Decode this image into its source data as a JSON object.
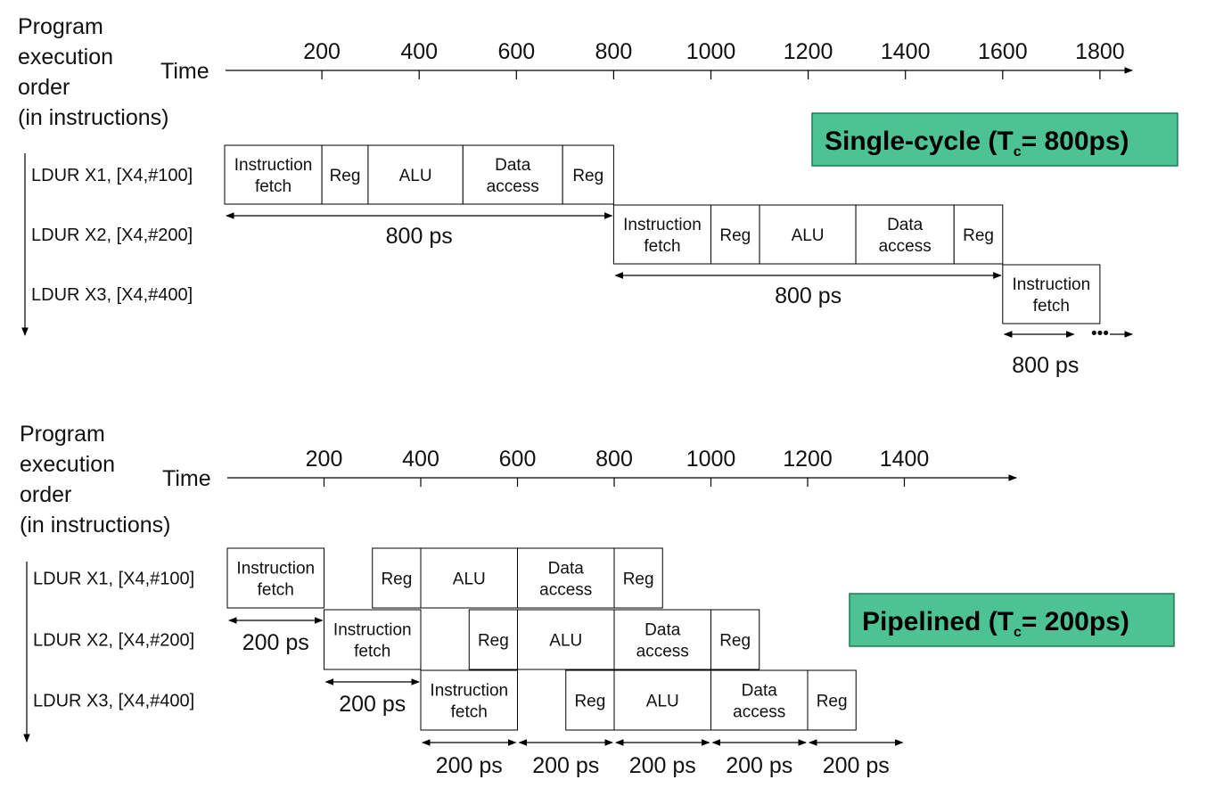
{
  "common": {
    "side_label_lines": [
      "Program",
      "execution",
      "order",
      "(in instructions)"
    ],
    "time_label": "Time",
    "ellipsis": "•••"
  },
  "stage_names": {
    "IF": [
      "Instruction",
      "fetch"
    ],
    "REG": [
      "Reg"
    ],
    "ALU": [
      "ALU"
    ],
    "MEM": [
      "Data",
      "access"
    ]
  },
  "single_cycle": {
    "badge": {
      "prefix": "Single-cycle (T",
      "sub": "c",
      "suffix": "= 800ps)"
    },
    "ticks": [
      "200",
      "400",
      "600",
      "800",
      "1000",
      "1200",
      "1400",
      "1600",
      "1800"
    ],
    "instructions": [
      {
        "label": "LDUR X1, [X4,#100]",
        "stages": [
          {
            "stage": "IF",
            "start": 0,
            "end": 200
          },
          {
            "stage": "REG",
            "start": 200,
            "end": 295
          },
          {
            "stage": "ALU",
            "start": 295,
            "end": 490
          },
          {
            "stage": "MEM",
            "start": 490,
            "end": 695
          },
          {
            "stage": "REG",
            "start": 695,
            "end": 800
          }
        ]
      },
      {
        "label": "LDUR X2, [X4,#200]",
        "stages": [
          {
            "stage": "IF",
            "start": 800,
            "end": 1000
          },
          {
            "stage": "REG",
            "start": 1000,
            "end": 1100
          },
          {
            "stage": "ALU",
            "start": 1100,
            "end": 1298
          },
          {
            "stage": "MEM",
            "start": 1298,
            "end": 1500
          },
          {
            "stage": "REG",
            "start": 1500,
            "end": 1600
          }
        ]
      },
      {
        "label": "LDUR X3, [X4,#400]",
        "stages": [
          {
            "stage": "IF",
            "start": 1600,
            "end": 1800
          }
        ]
      }
    ],
    "durations": [
      {
        "label": "800 ps",
        "start": 0,
        "end": 800,
        "row": 0
      },
      {
        "label": "800 ps",
        "start": 800,
        "end": 1600,
        "row": 1
      },
      {
        "label": "800 ps",
        "start": 1600,
        "end": 1750,
        "row": 2
      }
    ]
  },
  "pipelined": {
    "badge": {
      "prefix": "Pipelined (T",
      "sub": "c",
      "suffix": "= 200ps)"
    },
    "ticks": [
      "200",
      "400",
      "600",
      "800",
      "1000",
      "1200",
      "1400"
    ],
    "instructions": [
      {
        "label": "LDUR X1, [X4,#100]",
        "stages": [
          {
            "stage": "IF",
            "start": 0,
            "end": 200
          },
          {
            "stage": "REG",
            "start": 300,
            "end": 400
          },
          {
            "stage": "ALU",
            "start": 400,
            "end": 600
          },
          {
            "stage": "MEM",
            "start": 600,
            "end": 800
          },
          {
            "stage": "REG",
            "start": 800,
            "end": 900
          }
        ]
      },
      {
        "label": "LDUR X2, [X4,#200]",
        "stages": [
          {
            "stage": "IF",
            "start": 200,
            "end": 400
          },
          {
            "stage": "REG",
            "start": 500,
            "end": 600
          },
          {
            "stage": "ALU",
            "start": 600,
            "end": 800
          },
          {
            "stage": "MEM",
            "start": 800,
            "end": 1000
          },
          {
            "stage": "REG",
            "start": 1000,
            "end": 1100
          }
        ]
      },
      {
        "label": "LDUR X3, [X4,#400]",
        "stages": [
          {
            "stage": "IF",
            "start": 400,
            "end": 600
          },
          {
            "stage": "REG",
            "start": 700,
            "end": 800
          },
          {
            "stage": "ALU",
            "start": 800,
            "end": 1000
          },
          {
            "stage": "MEM",
            "start": 1000,
            "end": 1200
          },
          {
            "stage": "REG",
            "start": 1200,
            "end": 1300
          }
        ]
      }
    ],
    "durations": [
      {
        "label": "200 ps",
        "start": 0,
        "end": 200,
        "row": 0
      },
      {
        "label": "200 ps",
        "start": 200,
        "end": 400,
        "row": 1
      },
      {
        "label": "200 ps",
        "start": 400,
        "end": 600,
        "row": 2
      },
      {
        "label": "200 ps",
        "start": 600,
        "end": 800,
        "row": 2
      },
      {
        "label": "200 ps",
        "start": 800,
        "end": 1000,
        "row": 2
      },
      {
        "label": "200 ps",
        "start": 1000,
        "end": 1200,
        "row": 2
      },
      {
        "label": "200 ps",
        "start": 1200,
        "end": 1400,
        "row": 2
      }
    ]
  }
}
